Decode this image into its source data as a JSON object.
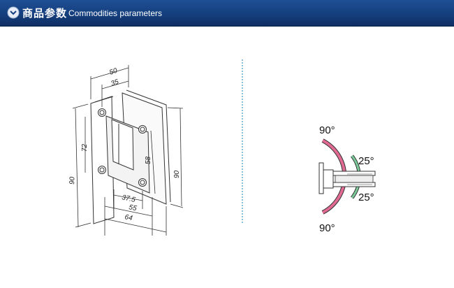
{
  "header": {
    "title_cn": "商品参数",
    "title_en": "Commodities parameters",
    "icon": "chevron-down-icon"
  },
  "left_drawing": {
    "dim_top_outer": "50",
    "dim_top_inner": "35",
    "dim_height_outer": "90",
    "dim_height_inner": "72",
    "dim_right_inner": "58",
    "dim_right_outer": "90",
    "dim_bottom_1": "37.5",
    "dim_bottom_2": "55",
    "dim_bottom_3": "64"
  },
  "right_drawing": {
    "angle_top": "90°",
    "angle_upper": "25°",
    "angle_lower": "25°",
    "angle_bottom": "90°"
  },
  "colors": {
    "header": "#153f7e",
    "arc_outer": "#d6336c",
    "arc_inner": "#6cc08b",
    "divider": "#1b7fb8"
  }
}
